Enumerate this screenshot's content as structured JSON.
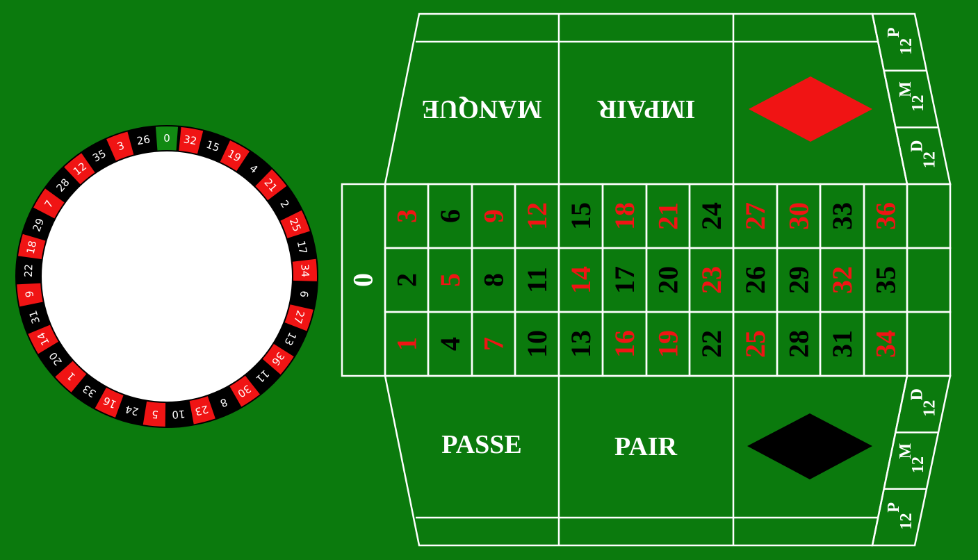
{
  "colors": {
    "felt": "#0b7a0d",
    "line": "#ffffff",
    "red": "#f01414",
    "black": "#000000",
    "zero_green": "#118a12"
  },
  "wheel": {
    "sequence": [
      0,
      32,
      15,
      19,
      4,
      21,
      2,
      25,
      17,
      34,
      6,
      27,
      13,
      36,
      11,
      30,
      8,
      23,
      10,
      5,
      24,
      16,
      33,
      1,
      20,
      14,
      31,
      9,
      22,
      18,
      29,
      7,
      28,
      12,
      35,
      3,
      26
    ],
    "red_numbers": [
      1,
      3,
      5,
      7,
      9,
      12,
      14,
      16,
      18,
      19,
      21,
      23,
      25,
      27,
      30,
      32,
      34,
      36
    ]
  },
  "table": {
    "zero_label": "0",
    "rows": [
      [
        3,
        6,
        9,
        12,
        15,
        18,
        21,
        24,
        27,
        30,
        33,
        36
      ],
      [
        2,
        5,
        8,
        11,
        14,
        17,
        20,
        23,
        26,
        29,
        32,
        35
      ],
      [
        1,
        4,
        7,
        10,
        13,
        16,
        19,
        22,
        25,
        28,
        31,
        34
      ]
    ],
    "top_labels": {
      "manque": "MANQUE",
      "impair": "IMPAIR"
    },
    "bottom_labels": {
      "passe": "PASSE",
      "pair": "PAIR"
    },
    "dozens": {
      "base": "12",
      "top": [
        "P",
        "M",
        "D"
      ],
      "bottom": [
        "D",
        "M",
        "P"
      ]
    }
  }
}
